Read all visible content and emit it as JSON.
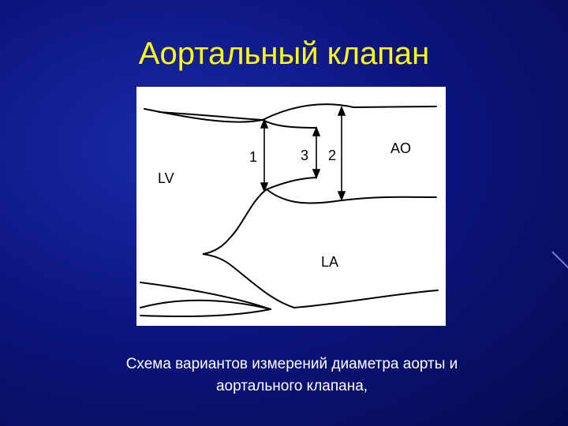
{
  "slide": {
    "title": "Аортальный клапан",
    "caption_line1": "Схема вариантов измерений диаметра аорты и",
    "caption_line2": "аортального клапана,"
  },
  "diagram": {
    "labels": {
      "lv": "LV",
      "ao": "AO",
      "la": "LA",
      "m1": "1",
      "m2": "2",
      "m3": "3"
    }
  },
  "colors": {
    "background": "#0c1580",
    "title": "#ffff00",
    "caption": "#ffffff",
    "figure_bg": "#ffffff",
    "ink": "#000000"
  }
}
